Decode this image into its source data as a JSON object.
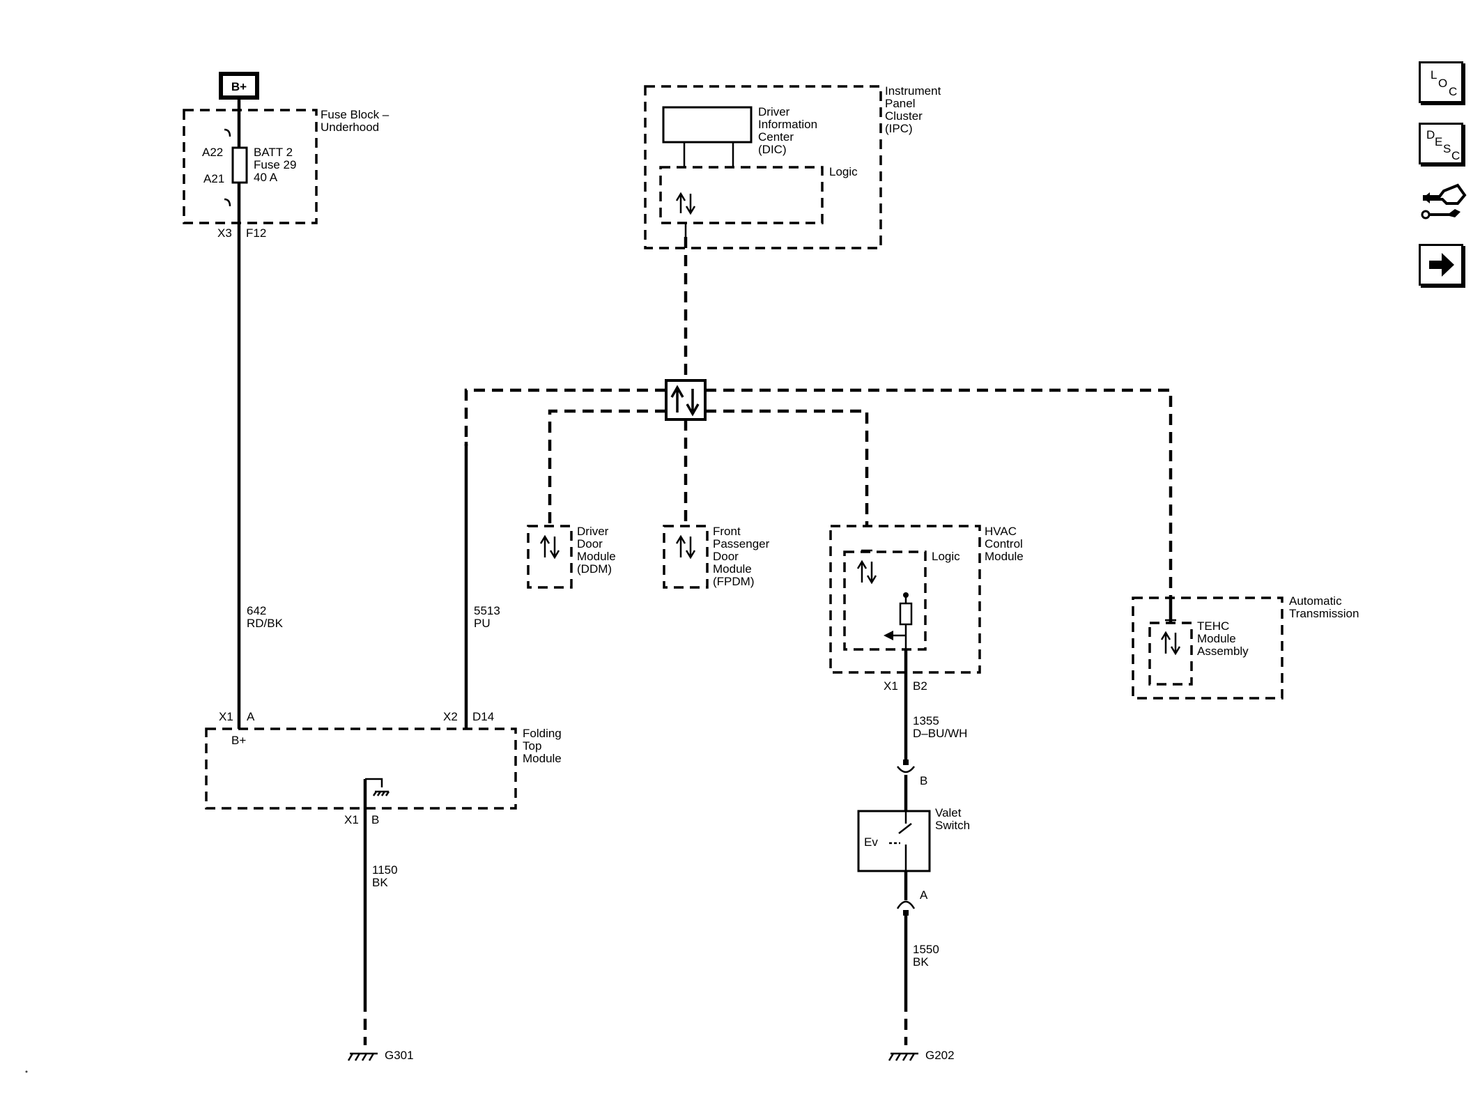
{
  "power": {
    "source": "B+"
  },
  "fuse_block": {
    "title_line1": "Fuse Block –",
    "title_line2": "Underhood",
    "pin_top": "A22",
    "pin_bottom": "A21",
    "fuse_line1": "BATT 2",
    "fuse_line2": "Fuse 29",
    "fuse_line3": "40 A",
    "conn": "X3",
    "cavity": "F12"
  },
  "ipc": {
    "title": [
      "Instrument",
      "Panel",
      "Cluster",
      "(IPC)"
    ],
    "dic": [
      "Driver",
      "Information",
      "Center",
      "(DIC)"
    ],
    "logic": "Logic"
  },
  "ddm": {
    "title": [
      "Driver",
      "Door",
      "Module",
      "(DDM)"
    ]
  },
  "fpdm": {
    "title": [
      "Front",
      "Passenger",
      "Door",
      "Module",
      "(FPDM)"
    ]
  },
  "hvac": {
    "title": [
      "HVAC",
      "Control",
      "Module"
    ],
    "logic": "Logic",
    "conn": "X1",
    "cavity": "B2"
  },
  "transmission": {
    "title": [
      "Automatic",
      "Transmission"
    ],
    "tehc": [
      "TEHC",
      "Module",
      "Assembly"
    ]
  },
  "wires": {
    "w642": {
      "circuit": "642",
      "color": "RD/BK"
    },
    "w5513": {
      "circuit": "5513",
      "color": "PU"
    },
    "w1150": {
      "circuit": "1150",
      "color": "BK"
    },
    "w1355": {
      "circuit": "1355",
      "color": "D–BU/WH"
    },
    "w1550": {
      "circuit": "1550",
      "color": "BK"
    }
  },
  "folding_top": {
    "title": [
      "Folding",
      "Top",
      "Module"
    ],
    "conn_a": "X1",
    "pin_a": "A",
    "bplus": "B+",
    "conn_d": "X2",
    "pin_d": "D14",
    "conn_b": "X1",
    "pin_b": "B"
  },
  "valet": {
    "title": [
      "Valet",
      "Switch"
    ],
    "pin_top": "B",
    "pin_bottom": "A",
    "symbol": "Ev"
  },
  "grounds": {
    "g301": "G301",
    "g202": "G202"
  },
  "nav": {
    "loc": [
      "L",
      "O",
      "C"
    ],
    "desc": [
      "D",
      "E",
      "S",
      "C"
    ],
    "icons": [
      "connector-wrench-icon",
      "arrow-right-icon"
    ]
  }
}
